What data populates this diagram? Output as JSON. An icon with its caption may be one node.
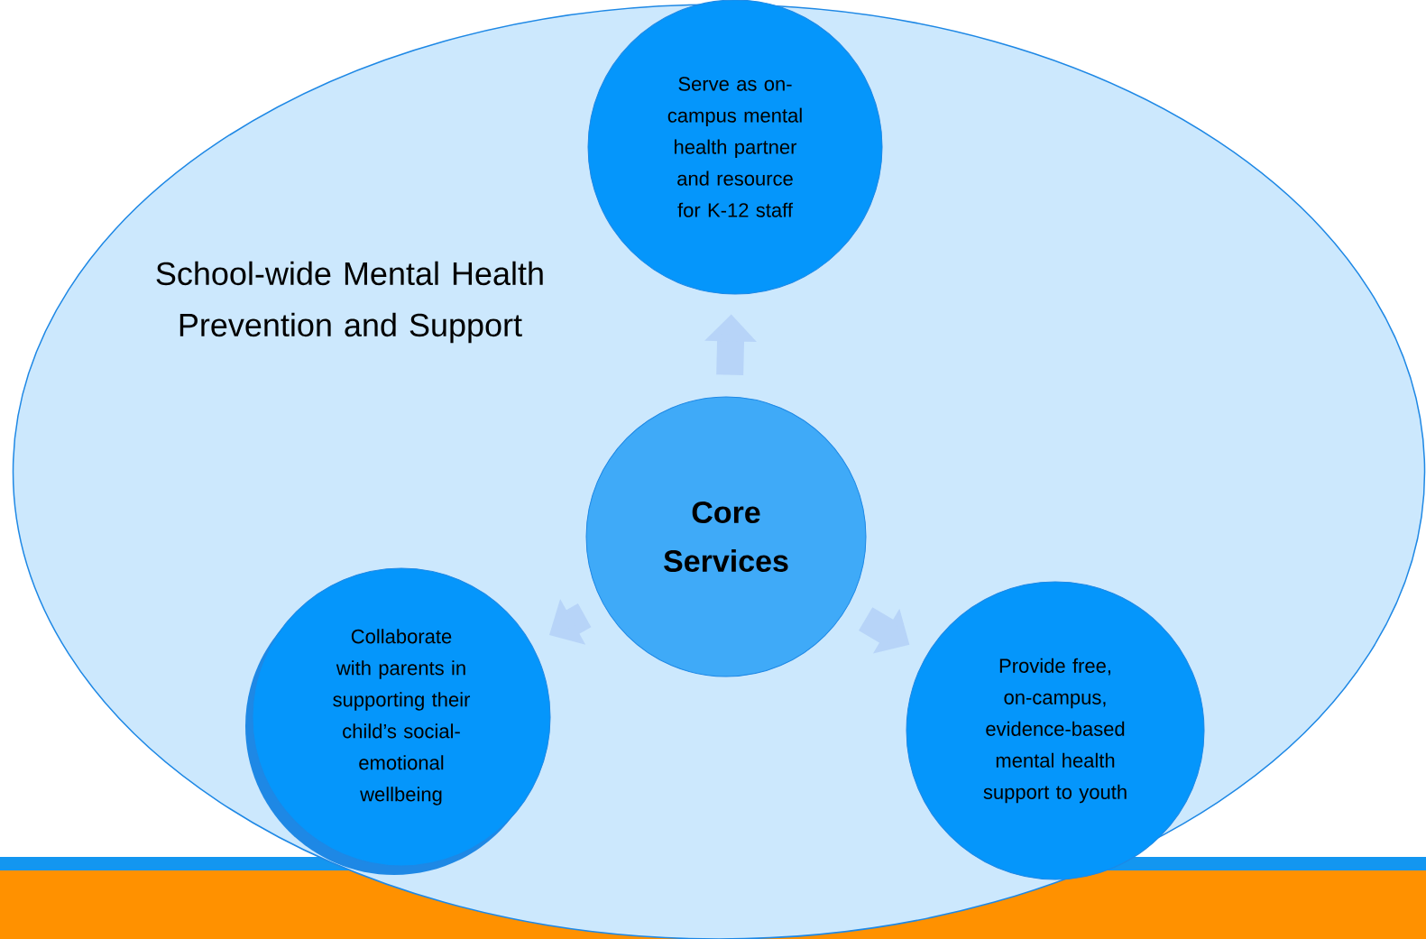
{
  "diagram": {
    "nodes": [
      {
        "text": [
          "School-wide Mental Health Prevention and Support"
        ]
      },
      {
        "text": [
          "Serve as   on-campus mental health partner and resource for K-12 staff"
        ],
        "in": 0
      },
      {
        "text": [
          "Core Services"
        ],
        "in": 0
      },
      {
        "text": [
          "Collaborate with parents in supporting their child’s social-emotional wellbeing"
        ],
        "in": 0
      },
      {
        "text": [
          "Provide free, on-campus, evidence-based mental health support to youth"
        ],
        "in": 0
      }
    ],
    "edges": [
      {
        "from": 2,
        "to": 1,
        "arrow": "to"
      },
      {
        "from": 2,
        "to": 3,
        "arrow": "to"
      },
      {
        "from": 2,
        "to": 4,
        "arrow": "to"
      }
    ]
  }
}
